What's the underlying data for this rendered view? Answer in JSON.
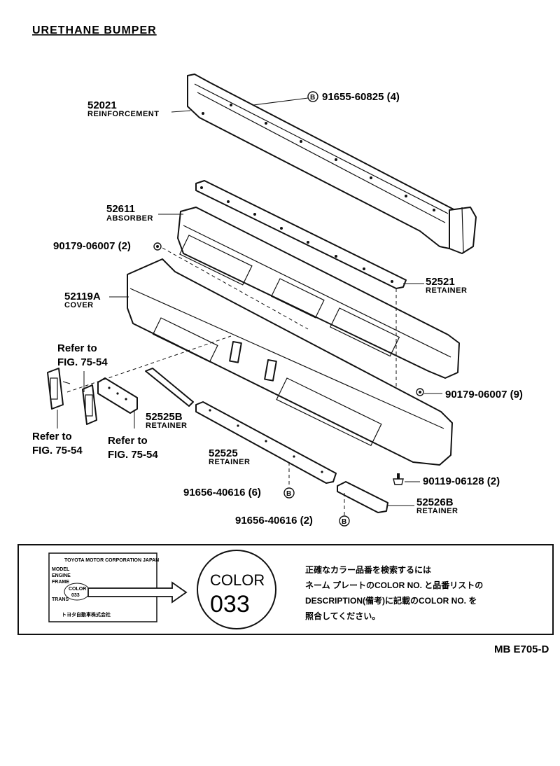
{
  "title": "URETHANE BUMPER",
  "parts": {
    "reinforcement": {
      "number": "52021",
      "name": "REINFORCEMENT"
    },
    "absorber": {
      "number": "52611",
      "name": "ABSORBER"
    },
    "cover": {
      "number": "52119A",
      "name": "COVER"
    },
    "retainer_upper": {
      "number": "52521",
      "name": "RETAINER"
    },
    "retainer_left": {
      "number": "52525B",
      "name": "RETAINER"
    },
    "retainer_lower": {
      "number": "52525",
      "name": "RETAINER"
    },
    "retainer_right": {
      "number": "52526B",
      "name": "RETAINER"
    }
  },
  "fasteners": {
    "bolt_top": {
      "symbol": "B",
      "text": "91655-60825 (4)"
    },
    "clip_left": {
      "text": "90179-06007 (2)"
    },
    "clip_right": {
      "text": "90179-06007 (9)"
    },
    "screw_right": {
      "text": "90119-06128 (2)"
    },
    "bolt_lower1": {
      "symbol": "B",
      "text": "91656-40616 (6)"
    },
    "bolt_lower2": {
      "symbol": "B",
      "text": "91656-40616 (2)"
    }
  },
  "references": {
    "ref1": {
      "line1": "Refer to",
      "line2": "FIG. 75-54"
    },
    "ref2": {
      "line1": "Refer to",
      "line2": "FIG. 75-54"
    },
    "ref3": {
      "line1": "Refer to",
      "line2": "FIG. 75-54"
    }
  },
  "note": {
    "plate": {
      "maker": "TOYOTA MOTOR CORPORATION JAPAN",
      "rows": [
        "MODEL",
        "ENGINE",
        "FRAME",
        "TRANS",
        "COLOR"
      ],
      "color_value": "033",
      "footer": "トヨタ自動車株式会社"
    },
    "badge_top": "COLOR",
    "badge_bottom": "033",
    "text_lines": [
      "正確なカラー品番を検索するには",
      "ネーム プレートのCOLOR NO. と品番リストの",
      "DESCRIPTION(備考)に記載のCOLOR NO. を",
      "照合してください。"
    ]
  },
  "footer_code": "MB E705-D"
}
